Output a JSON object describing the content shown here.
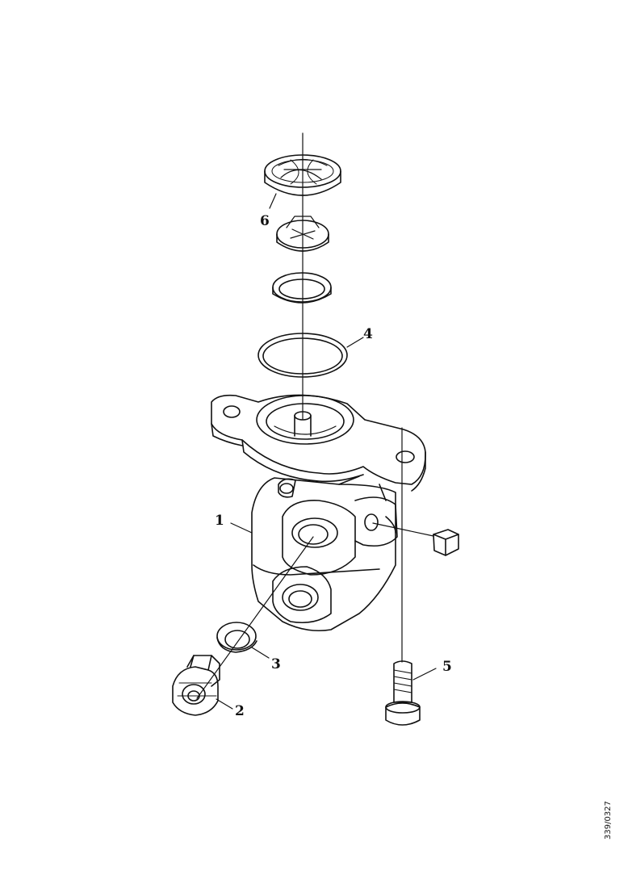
{
  "diagram": {
    "callouts": [
      {
        "id": "1",
        "text": "1"
      },
      {
        "id": "2",
        "text": "2"
      },
      {
        "id": "3",
        "text": "3"
      },
      {
        "id": "4",
        "text": "4"
      },
      {
        "id": "5",
        "text": "5"
      },
      {
        "id": "6",
        "text": "6"
      }
    ],
    "reference_code": "339/0327"
  }
}
